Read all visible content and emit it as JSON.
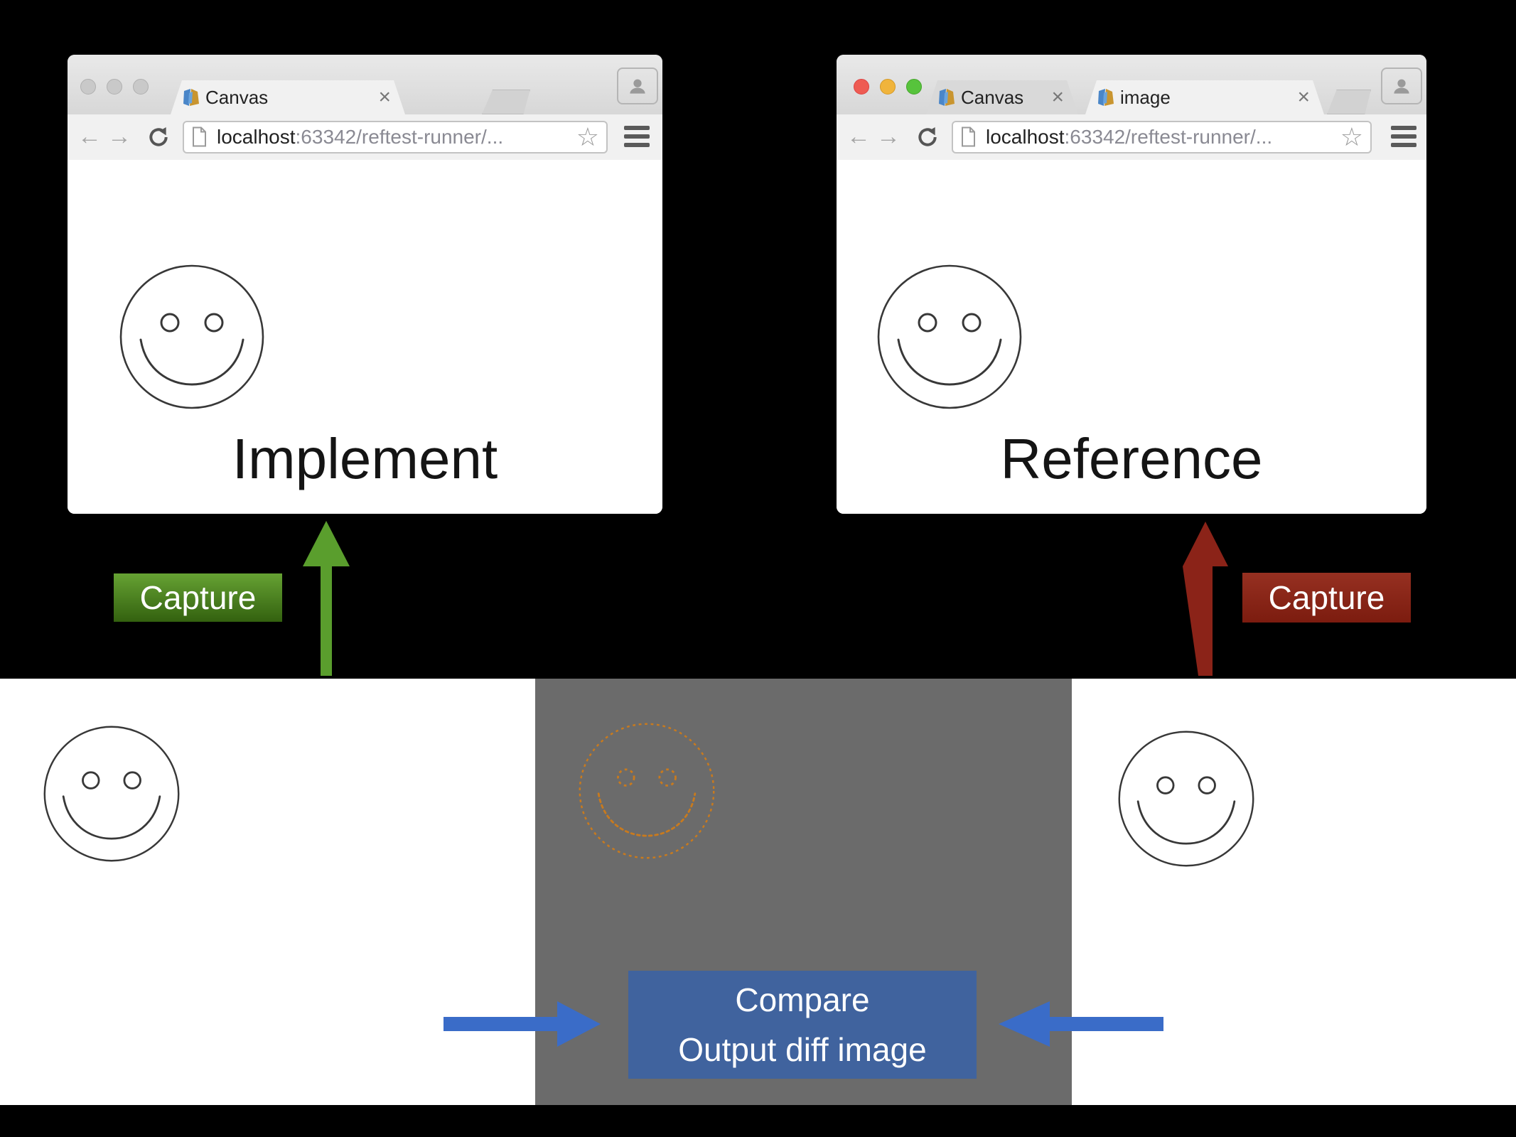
{
  "colors": {
    "gray-panel": "#6b6b6b",
    "green-arrow": "#5a9e2d",
    "green-label-top": "#66a233",
    "green-label-bottom": "#33610f",
    "red-arrow": "#8b2318",
    "red-label-top": "#963021",
    "red-label-bottom": "#7c1c0f",
    "blue-arrow": "#3a6cc8",
    "blue-box": "#40639e",
    "diff-orange": "#c87a1e",
    "traffic-red": "#ee5b52",
    "traffic-yellow": "#f0b43c",
    "traffic-green": "#57c33c",
    "traffic-inactive": "#c9c9c9"
  },
  "implement_window": {
    "tabs": [
      {
        "label": "Canvas"
      }
    ],
    "url": {
      "host": "localhost",
      "rest": ":63342/reftest-runner/..."
    },
    "page_label": "Implement"
  },
  "reference_window": {
    "tabs": [
      {
        "label": "Canvas"
      },
      {
        "label": "image"
      }
    ],
    "url": {
      "host": "localhost",
      "rest": ":63342/reftest-runner/..."
    },
    "page_label": "Reference"
  },
  "labels": {
    "capture_implement": "Capture",
    "capture_reference": "Capture",
    "compare_line1": "Compare",
    "compare_line2": "Output diff image"
  },
  "icons": {
    "back": "←",
    "forward": "→",
    "close": "×",
    "star": "☆"
  }
}
